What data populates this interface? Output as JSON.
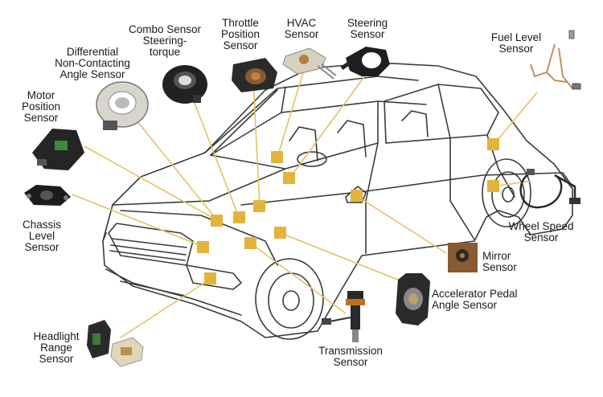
{
  "colors": {
    "marker": "#e2b43b",
    "line": "#e8c060",
    "car_stroke": "#3a3a3a",
    "label": "#1a1a1a"
  },
  "labels": {
    "combo": "Combo Sensor\nSteering-\ntorque",
    "throttle": "Throttle\nPosition\nSensor",
    "hvac": "HVAC\nSensor",
    "steering": "Steering\nSensor",
    "fuel": "Fuel Level\nSensor",
    "differential": "Differential\nNon-Contacting\nAngle Sensor",
    "motor": "Motor\nPosition\nSensor",
    "chassis": "Chassis\nLevel\nSensor",
    "wheel": "Wheel Speed\nSensor",
    "mirror": "Mirror\nSensor",
    "accelerator": "Accelerator Pedal\nAngle Sensor",
    "transmission": "Transmission\nSensor",
    "headlight": "Headlight\nRange\nSensor"
  },
  "icons": {
    "combo": "combo-sensor-icon",
    "throttle": "throttle-sensor-icon",
    "hvac": "hvac-sensor-icon",
    "steering": "steering-sensor-icon",
    "fuel": "fuel-level-sensor-icon",
    "differential": "differential-sensor-icon",
    "motor": "motor-position-sensor-icon",
    "chassis": "chassis-level-sensor-icon",
    "wheel": "wheel-speed-sensor-icon",
    "mirror": "mirror-sensor-icon",
    "accelerator": "accelerator-pedal-sensor-icon",
    "transmission": "transmission-sensor-icon",
    "headlight": "headlight-range-sensor-icon"
  }
}
